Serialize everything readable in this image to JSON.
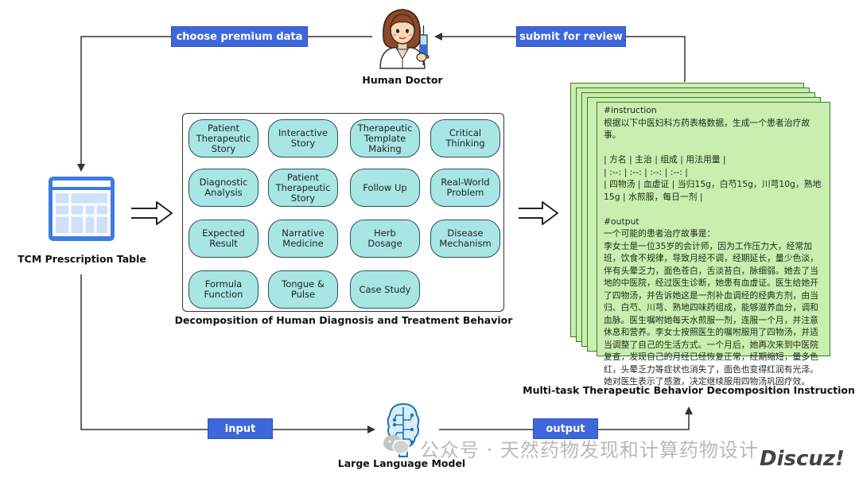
{
  "labels": {
    "choose": "choose premium data",
    "submit": "submit for review",
    "input": "input",
    "output": "output"
  },
  "nodes": {
    "human_doctor": "Human Doctor",
    "tcm_table": "TCM Prescription Table",
    "llm": "Large Language Model",
    "decomposition": "Decomposition of Human Diagnosis and Treatment Behavior",
    "multitask": "Multi-task Therapeutic Behavior Decomposition Instruction"
  },
  "tasks": [
    "Patient\nTherapeutic\nStory",
    "Interactive\nStory",
    "Therapeutic\nTemplate\nMaking",
    "Critical\nThinking",
    "Diagnostic\nAnalysis",
    "Patient\nTherapeutic\nStory",
    "Follow Up",
    "Real-World\nProblem",
    "Expected\nResult",
    "Narrative\nMedicine",
    "Herb\nDosage",
    "Disease\nMechanism",
    "Formula\nFunction",
    "Tongue &\nPulse",
    "Case Study"
  ],
  "instruction_doc": "#instruction\n根据以下中医妇科方药表格数据，生成一个患者治疗故事。\n\n| 方名 | 主治 | 组成 | 用法用量 |\n| :--: | :--: | :--: | :--: |\n| 四物汤 | 血虚证 | 当归15g，白芍15g，川芎10g，熟地15g | 水煎服，每日一剂 |\n\n#output\n一个可能的患者治疗故事是：\n李女士是一位35岁的会计师，因为工作压力大，经常加班，饮食不规律，导致月经不调，经期延长，量少色淡，伴有头晕乏力，面色苍白，舌淡苔白，脉细弱。她去了当地的中医院，经过医生诊断，她患有血虚证。医生给她开了四物汤，并告诉她这是一剂补血调经的经典方剂，由当归、白芍、川芎、熟地四味药组成，能够滋养血分，调和血脉。医生嘱咐她每天水煎服一剂，连服一个月，并注意休息和营养。李女士按照医生的嘱咐服用了四物汤，并适当调整了自己的生活方式。一个月后，她再次来到中医院复查，发现自己的月经已经恢复正常，经期缩短，量多色红，头晕乏力等症状也消失了，面色也变得红润有光泽。她对医生表示了感激，决定继续服用四物汤巩固疗效。",
  "watermark": "公众号 · 天然药物发现和计算药物设计",
  "discuz": "Discuz!",
  "colors": {
    "label_blue": "#3f67dd",
    "pill_fill": "#a8e6e6",
    "doc_fill": "#c9eeb0",
    "table_blue": "#3d7de0"
  }
}
